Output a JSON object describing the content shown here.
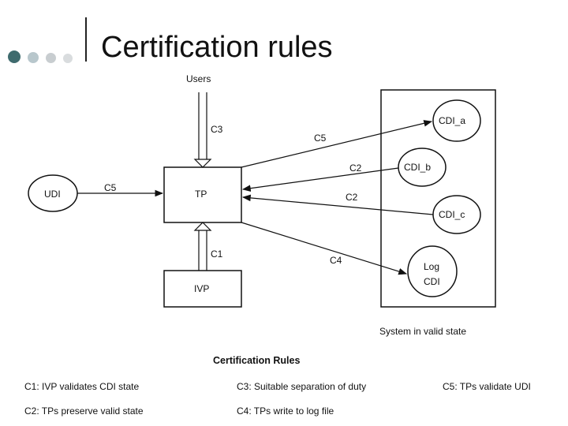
{
  "slide": {
    "title": "Certification rules",
    "bullet_colors": [
      "#3f6b6e",
      "#b8c7cc",
      "#c8cdd0",
      "#d9dcde"
    ]
  },
  "diagram": {
    "users": "Users",
    "tp": "TP",
    "ivp": "IVP",
    "udi": "UDI",
    "cdi_a": "CDI_a",
    "cdi_b": "CDI_b",
    "cdi_c": "CDI_c",
    "log_line1": "Log",
    "log_line2": "CDI",
    "system_caption": "System in valid state",
    "edges": {
      "users_tp": "C3",
      "udi_tp": "C5",
      "tp_cdi_a": "C5",
      "cdi_b_tp": "C2",
      "cdi_c_tp": "C2",
      "tp_log": "C4",
      "ivp_tp": "C1"
    }
  },
  "rules": {
    "heading": "Certification Rules",
    "c1": "C1: IVP validates CDI state",
    "c2": "C2: TPs preserve valid state",
    "c3": "C3: Suitable separation of duty",
    "c4": "C4: TPs write to log file",
    "c5": "C5: TPs validate UDI"
  }
}
